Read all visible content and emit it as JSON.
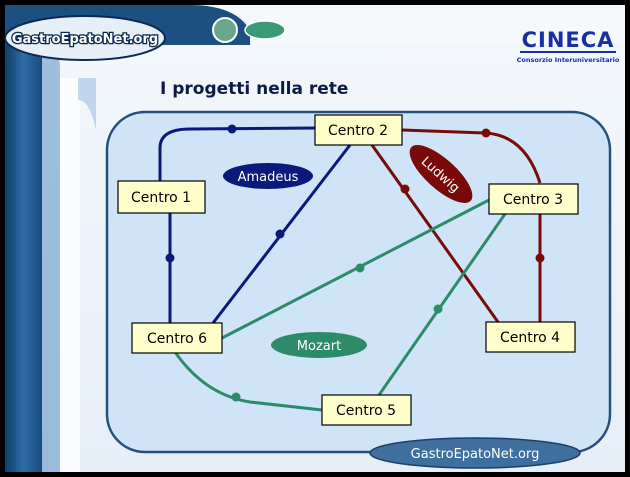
{
  "header": {
    "logo_text": "GastroEpatoNet.org",
    "brand": "CINECA",
    "brand_subtitle": "Consorzio Interuniversitario"
  },
  "title": "I progetti nella rete",
  "colors": {
    "amadeus": "#0a1a7a",
    "ludwig": "#7a0a0a",
    "mozart": "#2e8b6a",
    "box_fill": "#ffffcc",
    "panel_fill": "#cfe4f7",
    "panel_stroke": "#24507c"
  },
  "nodes": [
    {
      "id": "c1",
      "label": "Centro 1"
    },
    {
      "id": "c2",
      "label": "Centro 2"
    },
    {
      "id": "c3",
      "label": "Centro 3"
    },
    {
      "id": "c4",
      "label": "Centro 4"
    },
    {
      "id": "c5",
      "label": "Centro 5"
    },
    {
      "id": "c6",
      "label": "Centro 6"
    }
  ],
  "projects": [
    {
      "name": "Amadeus",
      "color": "#0a1a7a",
      "links": [
        [
          "c1",
          "c2"
        ],
        [
          "c1",
          "c6"
        ],
        [
          "c2",
          "c6"
        ]
      ]
    },
    {
      "name": "Ludwig",
      "color": "#7a0a0a",
      "links": [
        [
          "c2",
          "c3"
        ],
        [
          "c2",
          "c4"
        ],
        [
          "c3",
          "c4"
        ]
      ]
    },
    {
      "name": "Mozart",
      "color": "#2e8b6a",
      "links": [
        [
          "c3",
          "c6"
        ],
        [
          "c3",
          "c5"
        ],
        [
          "c6",
          "c5"
        ]
      ]
    }
  ],
  "footer": {
    "badge": "GastroEpatoNet.org"
  }
}
